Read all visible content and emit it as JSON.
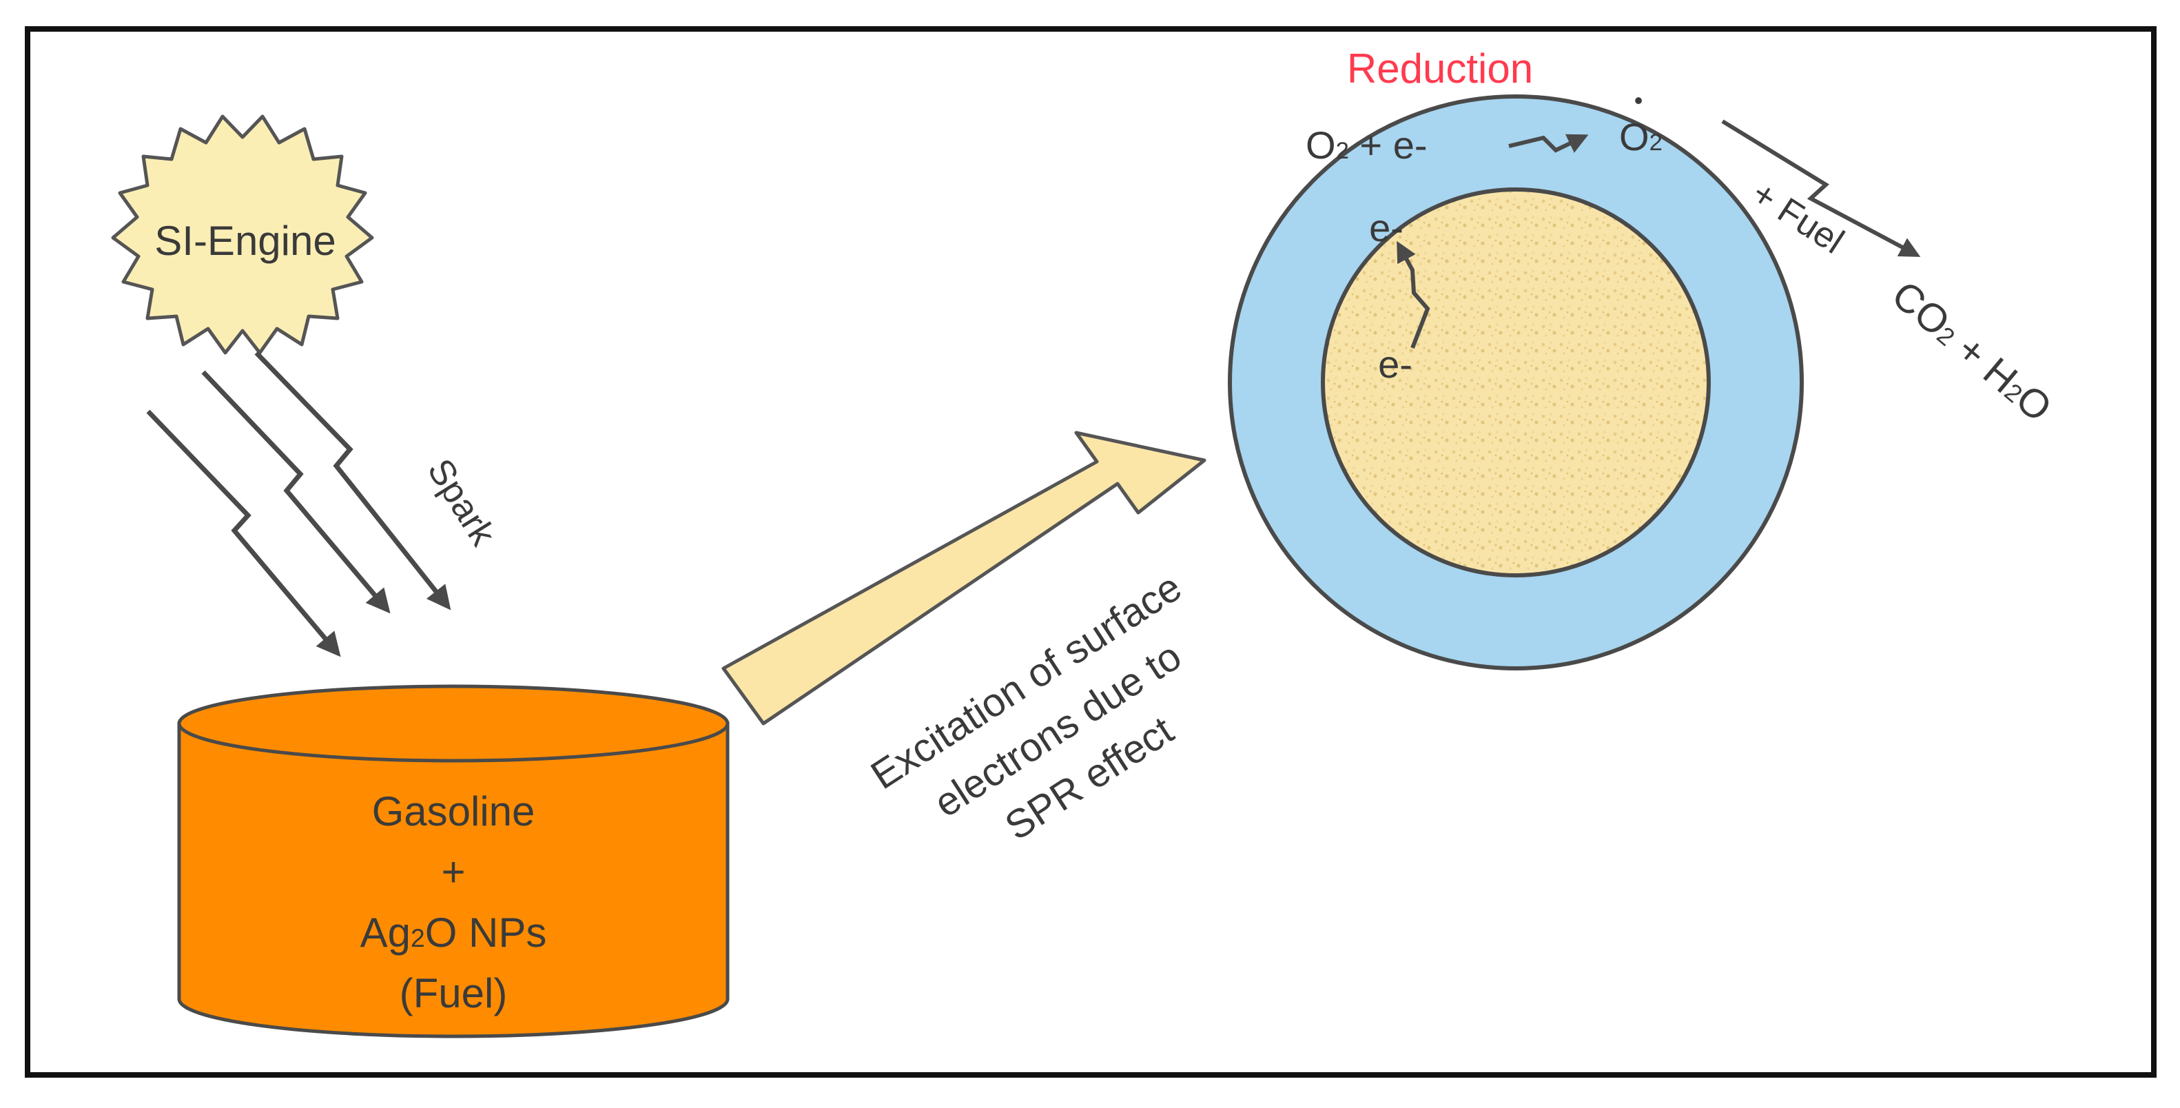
{
  "engine": {
    "label": "SI-Engine"
  },
  "spark": {
    "label": "Spark"
  },
  "tank": {
    "line1": "Gasoline",
    "line2": "+",
    "line3_pre": "Ag",
    "line3_sub": "2",
    "line3_post": "O NPs",
    "line4": "(Fuel)"
  },
  "excitation": {
    "line1": "Excitation of surface",
    "line2": "electrons due to",
    "line3": "SPR effect"
  },
  "reduction": {
    "title": "Reduction",
    "reactant_o": "O",
    "reactant_sub": "2",
    "reactant_rest": " + e-",
    "product_o": "O",
    "product_sub": "2",
    "product_dot": "•"
  },
  "particle": {
    "electron_upper": "e-",
    "electron_lower": "e-"
  },
  "fuel_step": {
    "label": "+ Fuel"
  },
  "products": {
    "co": "CO",
    "co_sub": "2",
    "plus": " + H",
    "h_sub": "2",
    "o": "O"
  },
  "colors": {
    "border": "#111111",
    "engine_fill": "#fbeeb5",
    "tank_fill": "#ff8c00",
    "arrow_fill": "#fbe6a8",
    "shell_fill": "#a8d5ef",
    "core_fill": "#f8e4a8",
    "reduction_title": "#ff3b4f",
    "line": "#4a4a4a"
  }
}
